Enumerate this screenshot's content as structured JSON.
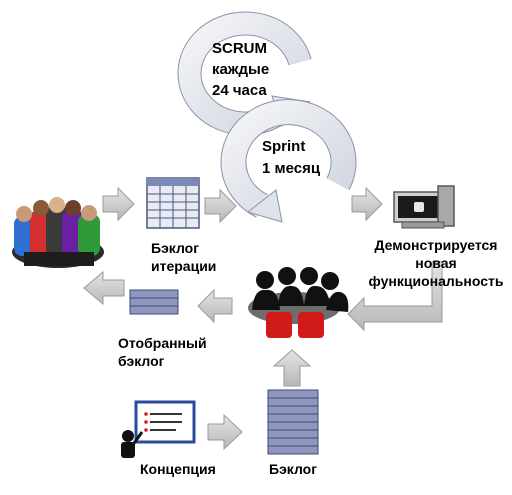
{
  "scrum_cycle": {
    "line1": "SCRUM",
    "line2": "каждые",
    "line3": "24 часа"
  },
  "sprint_cycle": {
    "line1": "Sprint",
    "line2": "1 месяц"
  },
  "labels": {
    "iteration_backlog": {
      "line1": "Бэклог",
      "line2": "итерации"
    },
    "demo": {
      "line1": "Демонстрируется",
      "line2": "новая",
      "line3": "функциональность"
    },
    "selected_backlog": {
      "line1": "Отобранный",
      "line2": "бэклог"
    },
    "concept": "Концепция",
    "backlog": "Бэклог"
  },
  "icons": [
    "team-huddle-icon",
    "iteration-backlog-table-icon",
    "computer-icon",
    "meeting-table-icon",
    "selected-backlog-stack-icon",
    "presenter-board-icon",
    "product-backlog-stack-icon"
  ],
  "colors": {
    "arrow": "#c9c9c9",
    "arrow_stroke": "#9a9a9a",
    "cycle_fill": "#dfe3ea",
    "cycle_stroke": "#8a93a6",
    "stack_fill": "#8e98bf",
    "stack_stroke": "#3f4a7a",
    "chair_red": "#d11b1b"
  }
}
